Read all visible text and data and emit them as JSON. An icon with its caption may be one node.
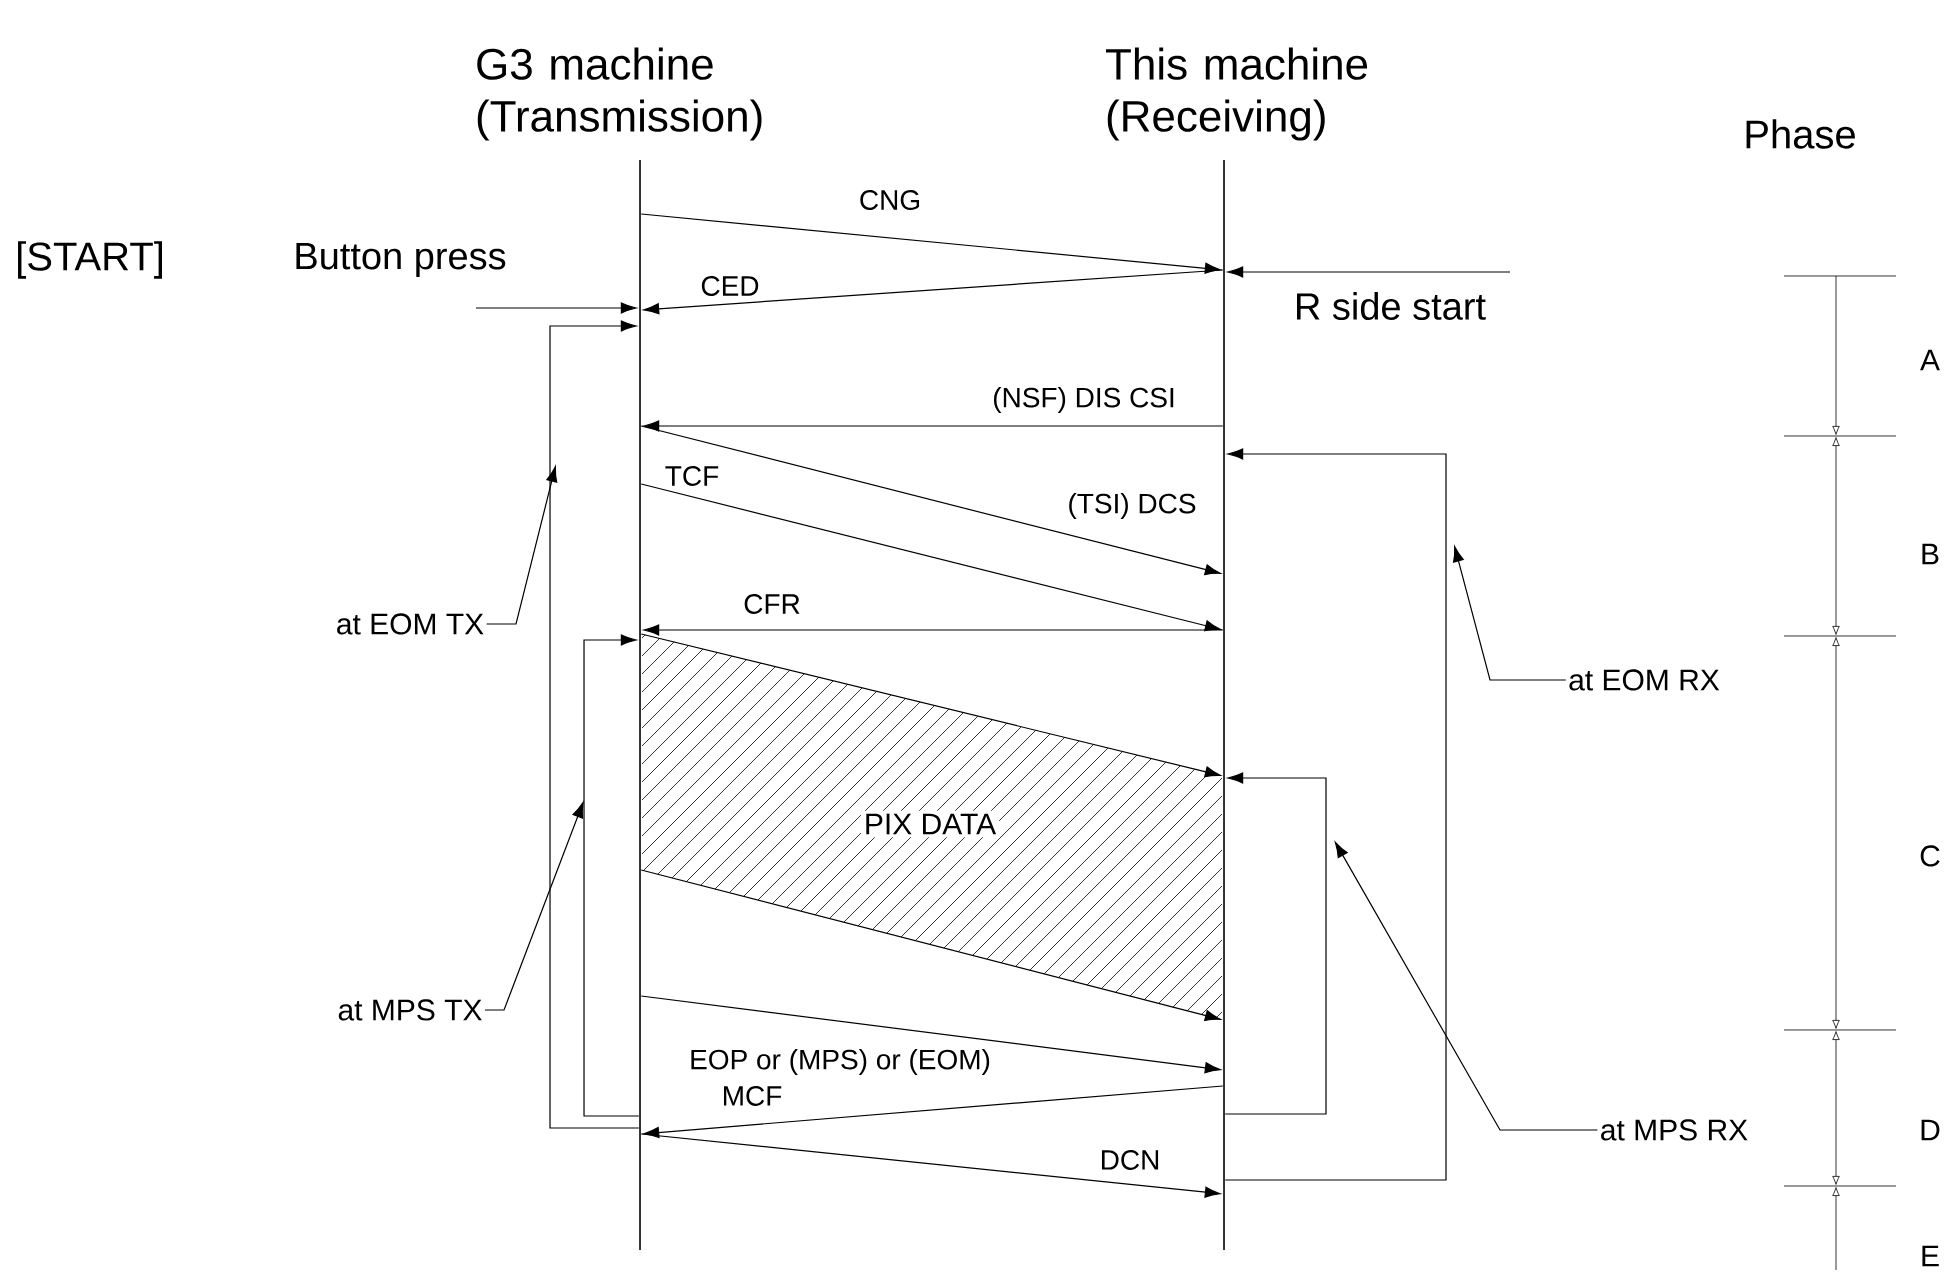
{
  "diagram": {
    "nodes": [
      {
        "text": [
          "G3 machine (Transmission)"
        ]
      },
      {
        "text": [
          "This machine (Receiving)"
        ]
      },
      {
        "text": [
          "PIX DATA"
        ]
      },
      {
        "text": [
          "at EOM TX"
        ]
      },
      {
        "text": [
          "at MPS TX"
        ]
      },
      {
        "text": [
          "at EOM RX"
        ]
      },
      {
        "text": [
          "at MPS RX"
        ]
      }
    ],
    "edges": [
      {
        "from": 0,
        "to": 1,
        "arrow": "to",
        "label": "CNG"
      },
      {
        "from": null,
        "to": 1,
        "arrow": "to",
        "label": "R side start"
      },
      {
        "from": null,
        "to": 0,
        "arrow": "to",
        "label": "Button press"
      },
      {
        "from": 1,
        "to": 0,
        "arrow": "to",
        "label": "CED"
      },
      {
        "from": 1,
        "to": 0,
        "arrow": "to",
        "label": "(NSF) DIS CSI"
      },
      {
        "from": 0,
        "to": 1,
        "arrow": "to",
        "label": "(TSI) DCS"
      },
      {
        "from": 0,
        "to": 1,
        "arrow": "to",
        "label": "TCF"
      },
      {
        "from": 1,
        "to": 0,
        "arrow": "to",
        "label": "CFR"
      },
      {
        "from": 0,
        "to": 1,
        "arrow": "to"
      },
      {
        "from": 0,
        "to": 1,
        "arrow": "to"
      },
      {
        "from": 0,
        "to": 1,
        "arrow": "to",
        "label": "EOP or (MPS) or (EOM)"
      },
      {
        "from": 1,
        "to": 0,
        "arrow": "to",
        "label": "MCF"
      },
      {
        "from": 0,
        "to": 1,
        "arrow": "to",
        "label": "DCN"
      },
      {
        "from": 0,
        "to": 0,
        "arrow": "to"
      },
      {
        "from": 0,
        "to": 0,
        "arrow": "to"
      },
      {
        "from": 1,
        "to": 1,
        "arrow": "to"
      },
      {
        "from": 1,
        "to": 1,
        "arrow": "to"
      },
      {
        "from": 3,
        "to": null,
        "arrow": "to"
      },
      {
        "from": 4,
        "to": null,
        "arrow": "to"
      },
      {
        "from": 5,
        "to": null,
        "arrow": "to"
      },
      {
        "from": 6,
        "to": null,
        "arrow": "to"
      }
    ],
    "labels": [
      "[START]",
      "Phase",
      "A",
      "B",
      "C",
      "D",
      "E"
    ]
  }
}
